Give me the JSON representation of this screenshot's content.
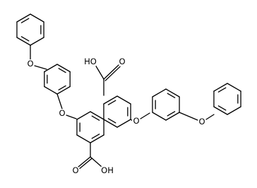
{
  "molecule": {
    "labels": {
      "o_top_phenyl": "O",
      "o_left_ring": "O",
      "o_right_ring": "O",
      "o_right_phenyl": "O",
      "cooh_top_carbonyl": "O",
      "cooh_top_hydroxyl": "HO",
      "cooh_bottom_carbonyl": "O",
      "cooh_bottom_hydroxyl": "OH"
    }
  }
}
